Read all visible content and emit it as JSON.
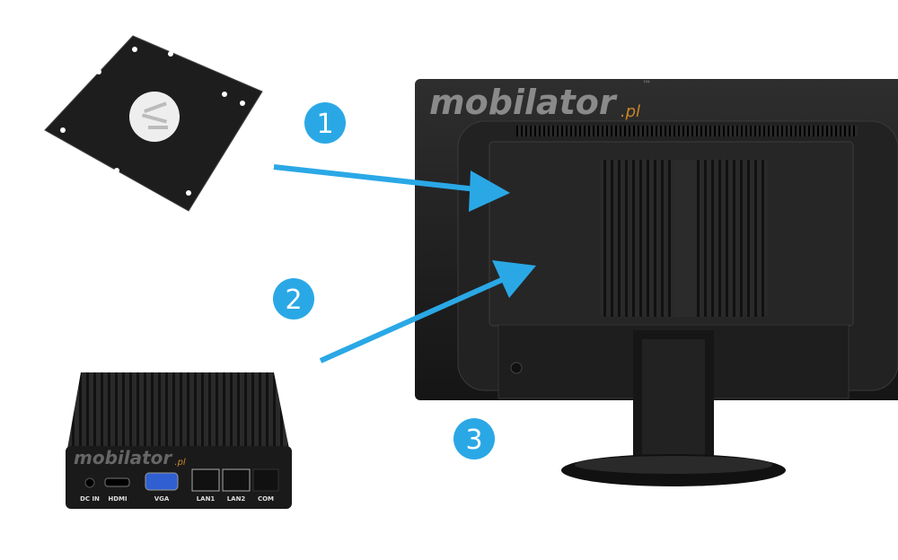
{
  "logo": {
    "text": "mobilator",
    "suffix": ".pl",
    "tm": "™"
  },
  "steps": [
    "1",
    "2",
    "3"
  ],
  "ports": [
    "DC IN",
    "HDMI",
    "VGA",
    "LAN1",
    "LAN2",
    "COM"
  ],
  "colors": {
    "accent": "#2aa8e6",
    "logo_orange": "#c8852a",
    "device": "#1c1c1c"
  }
}
